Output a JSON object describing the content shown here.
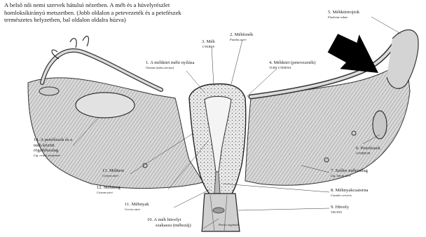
{
  "caption": [
    "A belső női nemi szervek hátulsó nézetben. A méh és a hüvelyrészlet",
    "homloksíkirányú metszetben. (Jobb oldalon a petevezeték és a petefészek",
    "természetes helyzetben, bal oldalon oldalra húzva)"
  ],
  "labels": {
    "l1": {
      "main": "1. A méhkürt méhi nyílása",
      "sub": "Ostium (tuba uterina)"
    },
    "l2": {
      "main": "2. Méhfenék",
      "sub": "Fundus uteri"
    },
    "l3": {
      "main": "3. Méh",
      "sub": "UTERUS"
    },
    "l4": {
      "main": "4. Méhkürt (petevezeték)",
      "sub": "TUBA UTERINA"
    },
    "l5": {
      "main": "5. Méhkürtrojtok",
      "sub": "Fimbriae tubae"
    },
    "l6": {
      "main": "6. Petefészek",
      "sub": "OVARIUM"
    },
    "l7": {
      "main": "7. Széles méhszalag",
      "sub": "Lig. latum uteri"
    },
    "l8": {
      "main": "8. Méhnyakcsatorna",
      "sub": "Canalis cervicis"
    },
    "l9": {
      "main": "9. Hüvely",
      "sub": "VAGINA"
    },
    "l10": {
      "main": "10. A méh hüvelyi",
      "main2": "szakasza (méhszáj)",
      "sub": "Portio vaginalis"
    },
    "l11": {
      "main": "11. Méhnyak",
      "sub": "Cervix uteri"
    },
    "l12": {
      "main": "12. Méhüreg",
      "sub": "Cavum uteri"
    },
    "l13": {
      "main": "13. Méhtest",
      "sub": "Corpus uteri"
    },
    "l14": {
      "main": "14. A petefészek és a",
      "main2": "méh között",
      "main3": "rögzítőszalag",
      "sub": "Lig. ovarii proprium"
    }
  },
  "colors": {
    "tissue_fill": "#d9d9d9",
    "tissue_dark": "#6f6f6f",
    "ink": "#1a1a1a",
    "arrow": "#000000"
  }
}
